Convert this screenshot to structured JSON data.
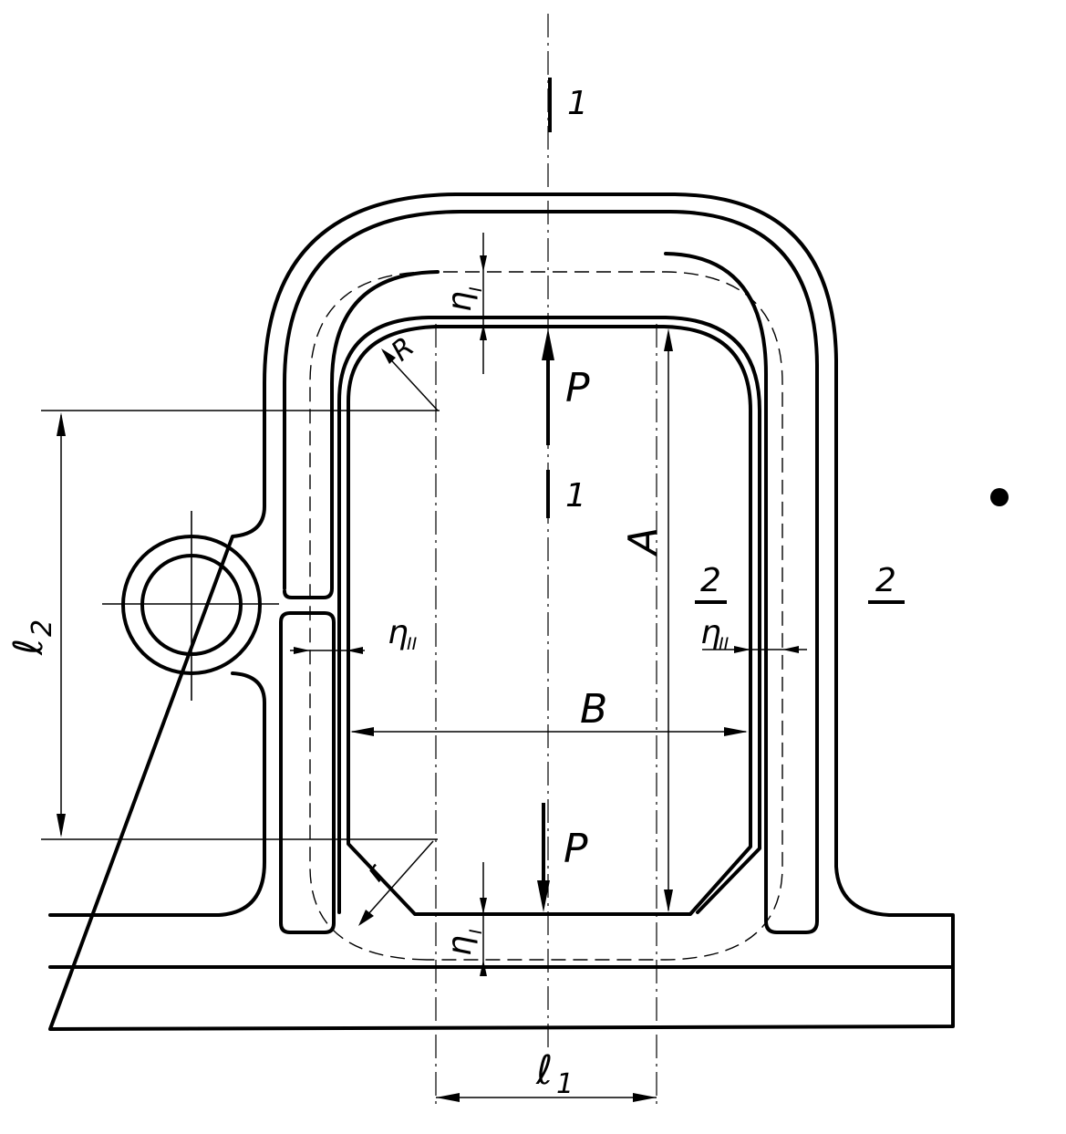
{
  "labels": {
    "section_1": "1",
    "section_2": "2",
    "force": "P",
    "dim_A": "A",
    "dim_B": "B",
    "dim_l": "ℓ",
    "l1_sub": "1",
    "l2_sub": "2",
    "radius": "R",
    "radius_lower": "r",
    "eta": "η",
    "eta_I_sub": "I",
    "eta_II_sub": "II"
  }
}
